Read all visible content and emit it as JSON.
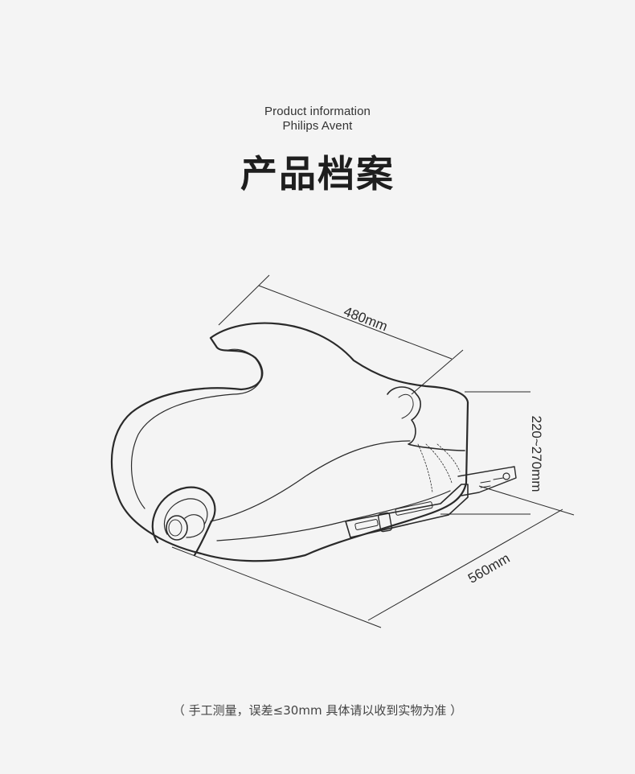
{
  "header": {
    "subtitle_line1": "Product information",
    "subtitle_line2": "Philips Avent",
    "title": "产品档案"
  },
  "dimensions": {
    "width": "480mm",
    "length": "560mm",
    "height": "220~270mm"
  },
  "footer": {
    "note": "（ 手工测量，误差≤30mm 具体请以收到实物为准 ）"
  },
  "colors": {
    "background": "#f4f4f4",
    "line": "#2a2a2a"
  }
}
